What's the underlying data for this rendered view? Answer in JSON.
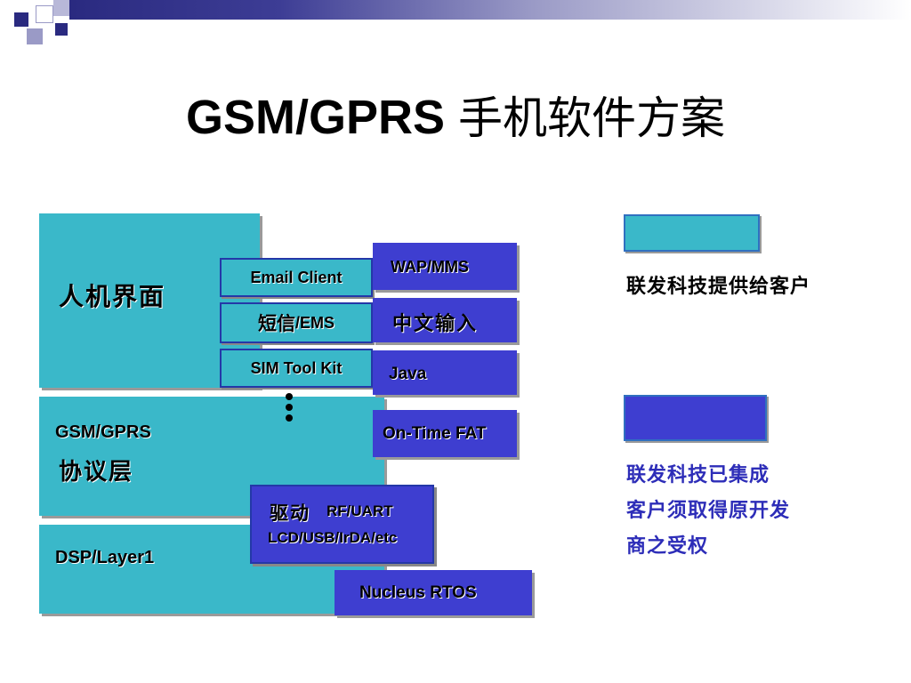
{
  "title": {
    "en": "GSM/GPRS",
    "cn": "手机软件方案"
  },
  "layers": {
    "hmi": "人机界面",
    "gsm_en": "GSM/GPRS",
    "gsm_cn": "协议层",
    "dsp": "DSP/Layer1"
  },
  "apps": {
    "email": "Email Client",
    "sms_cn": "短信",
    "sms_en": "/EMS",
    "sim": "SIM Tool Kit"
  },
  "modules": {
    "wap": "WAP/MMS",
    "chinese_input": "中文输入",
    "java": "Java",
    "fat": "On-Time FAT",
    "driver_cn": "驱动",
    "driver_line1": "RF/UART",
    "driver_line2": "LCD/USB/IrDA/etc",
    "rtos": "Nucleus RTOS"
  },
  "legend": {
    "provided": "联发科技提供给客户",
    "integrated_line1": "联发科技已集成",
    "integrated_line2": "客户须取得原开发",
    "integrated_line3": "商之受权"
  },
  "colors": {
    "teal": "#3ab8c9",
    "blue": "#3e3ed0",
    "legend_text_blue": "#2d2db8",
    "title_bar": "#2a2a80"
  }
}
